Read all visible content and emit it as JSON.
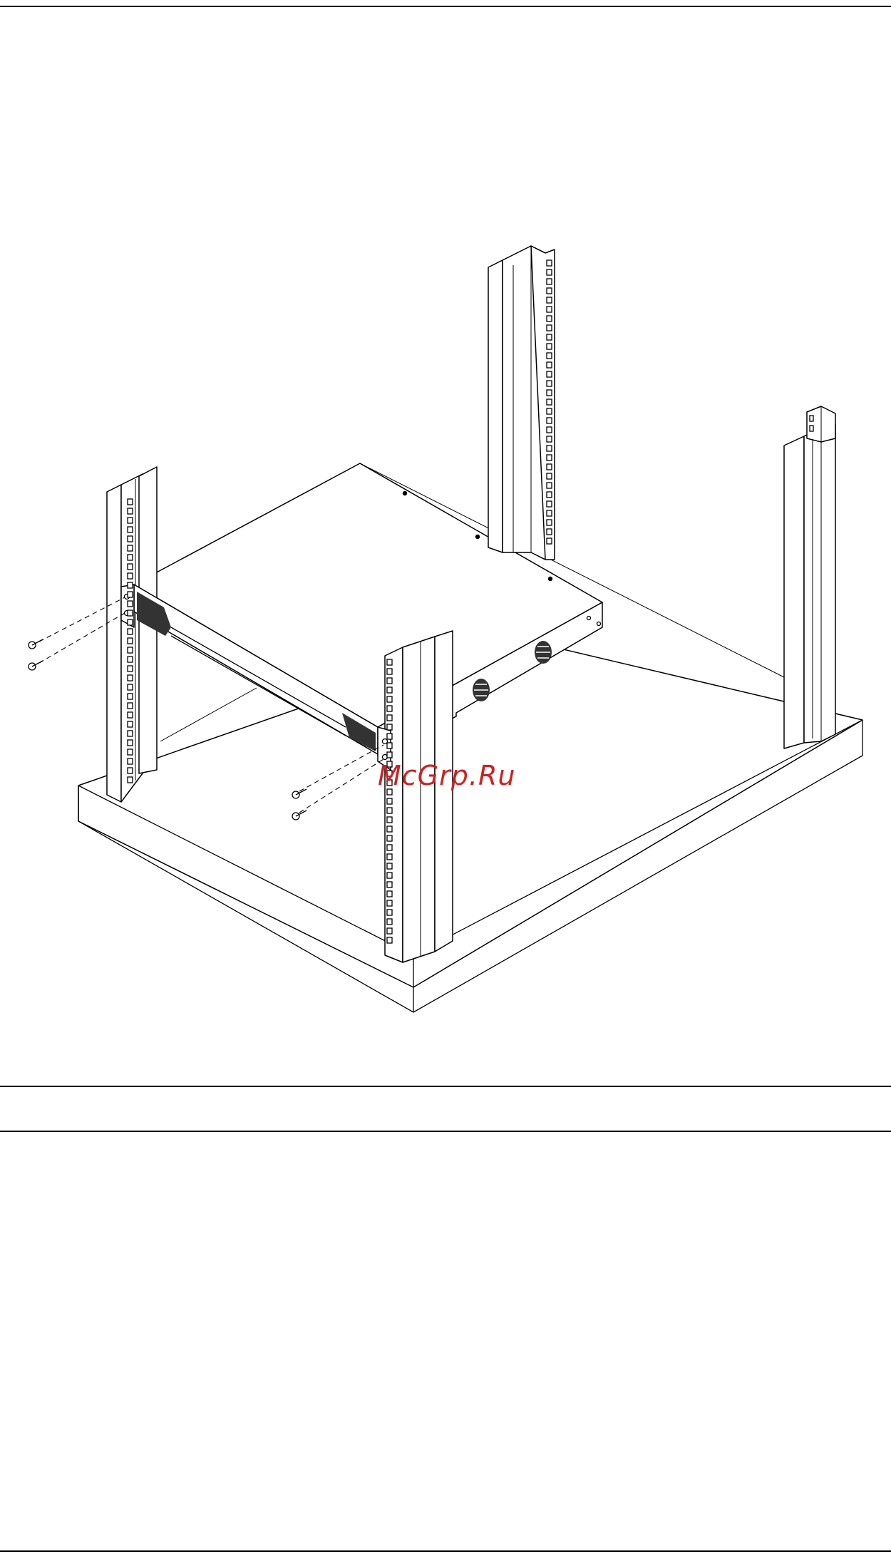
{
  "watermark": {
    "text": "McGrp.Ru",
    "color": "#cc2222"
  },
  "figure": {
    "subject": "rack-mount-installation",
    "parts": [
      "rack-post-front-left",
      "rack-post-front-right",
      "rack-post-rear-left",
      "rack-post-rear-right",
      "rack-base-platform",
      "device-chassis",
      "mounting-bracket-left",
      "mounting-bracket-right",
      "screw-icon"
    ]
  }
}
